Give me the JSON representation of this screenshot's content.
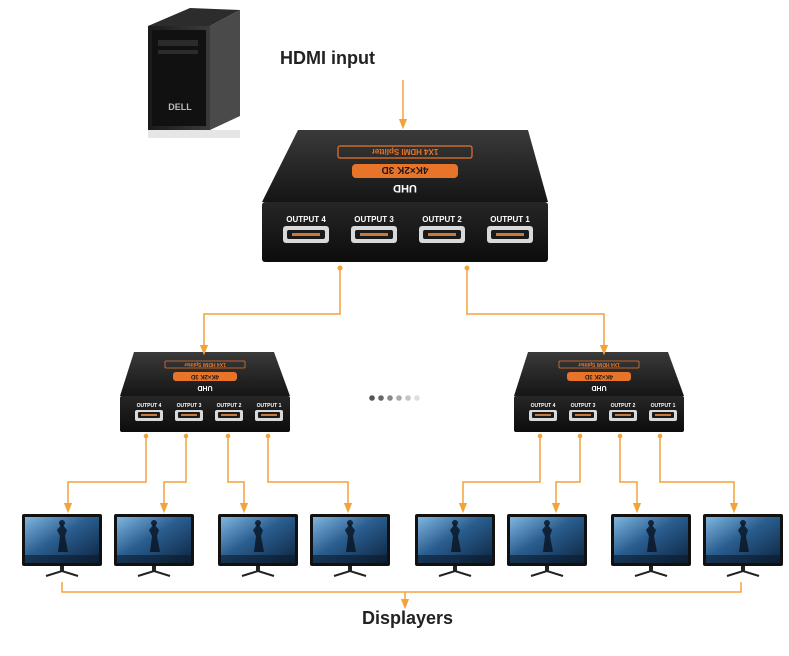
{
  "labels": {
    "hdmi_input": "HDMI input",
    "displayers": "Displayers"
  },
  "splitter": {
    "model": "1X4 HDMI Splitter",
    "badge": "4K×2K 3D",
    "brand": "UHD",
    "ports": [
      "OUTPUT 4",
      "OUTPUT 3",
      "OUTPUT 2",
      "OUTPUT 1"
    ]
  },
  "computer": {
    "brand": "DELL"
  },
  "colors": {
    "connector": "#f2a33a",
    "accent": "#e8742a",
    "device_body": "#1c1c1c",
    "monitor_screen": "#1d4c7a"
  },
  "monitor_count": 8,
  "ellipsis_dots": 6
}
